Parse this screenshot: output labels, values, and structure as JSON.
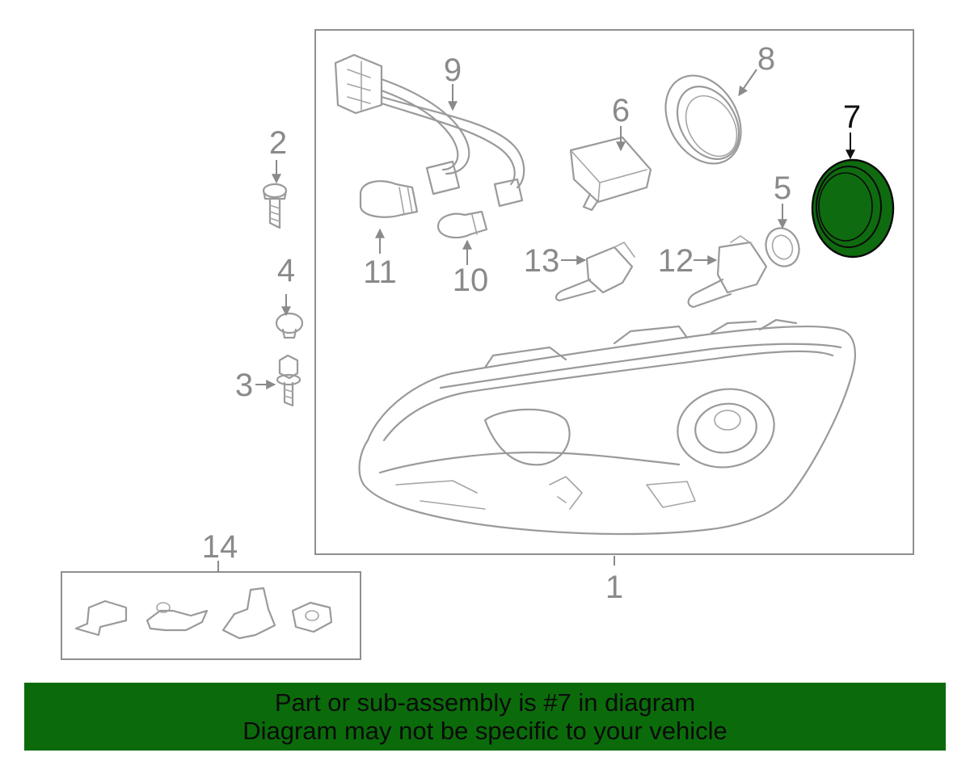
{
  "callouts": {
    "c1": "1",
    "c2": "2",
    "c3": "3",
    "c4": "4",
    "c5": "5",
    "c6": "6",
    "c7": "7",
    "c8": "8",
    "c9": "9",
    "c10": "10",
    "c11": "11",
    "c12": "12",
    "c13": "13",
    "c14": "14"
  },
  "highlight": {
    "part_number": "7",
    "color": "#0f6b0f"
  },
  "banner": {
    "line1": "Part or sub-assembly is #7 in diagram",
    "line2": "Diagram may not be specific to your vehicle",
    "background": "#0b6b0b"
  }
}
